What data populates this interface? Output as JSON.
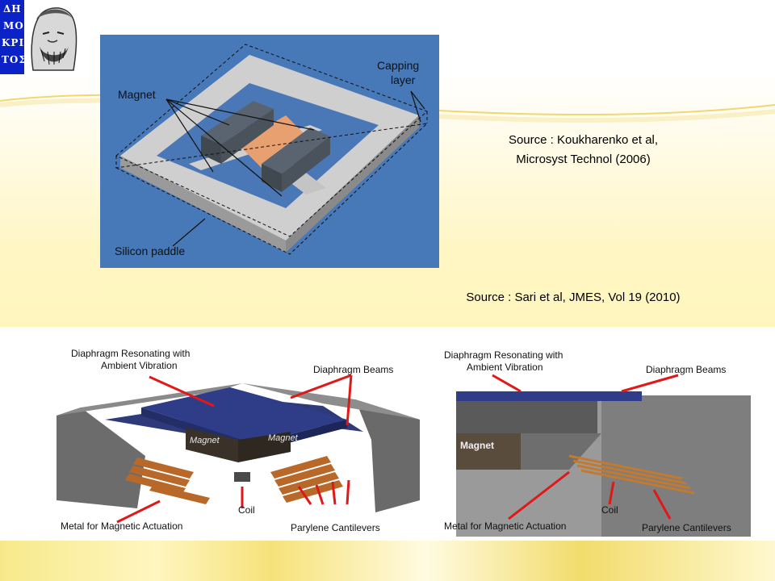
{
  "logo": {
    "letters": [
      "ΔΗ",
      "ΜΟ",
      "ΚΡΙ",
      "ΤΟΣ"
    ]
  },
  "top_figure": {
    "labels": {
      "magnet": "Magnet",
      "capping_layer_1": "Capping",
      "capping_layer_2": "layer",
      "silicon_paddle": "Silicon paddle"
    }
  },
  "sources": {
    "source1_line1": "Source : Koukharenko et al,",
    "source1_line2": "Microsyst Technol (2006)",
    "source2": "Source : Sari et al, JMES, Vol 19 (2010)"
  },
  "bottom_left_figure": {
    "diaphragm_resonating_1": "Diaphragm Resonating with",
    "diaphragm_resonating_2": "Ambient Vibration",
    "diaphragm_beams": "Diaphragm Beams",
    "magnet_1": "Magnet",
    "magnet_2": "Magnet",
    "coil": "Coil",
    "metal": "Metal for Magnetic Actuation",
    "parylene": "Parylene Cantilevers"
  },
  "bottom_right_figure": {
    "diaphragm_resonating_1": "Diaphragm Resonating with",
    "diaphragm_resonating_2": "Ambient Vibration",
    "diaphragm_beams": "Diaphragm Beams",
    "magnet": "Magnet",
    "coil": "Coil",
    "metal": "Metal for Magnetic Actuation",
    "parylene": "Parylene Cantilevers"
  },
  "colors": {
    "logo_blue": "#0b22c8",
    "figure_blue": "#4778b8",
    "background_yellow": "#fff5bd",
    "arrow_red": "#e01818"
  }
}
